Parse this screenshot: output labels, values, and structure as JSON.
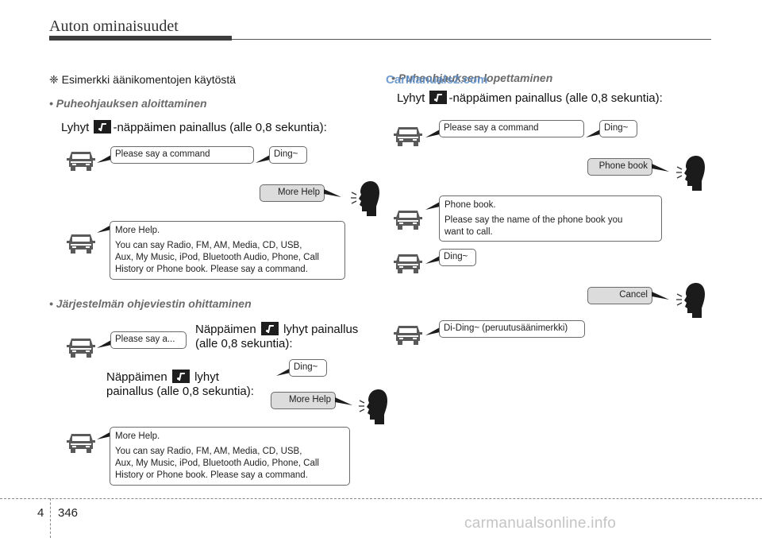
{
  "header": {
    "title": "Auton ominaisuudet"
  },
  "left": {
    "note": "❈ Esimerkki äänikomentojen käytöstä",
    "start_section": {
      "heading": "• Puheohjauksen aloittaminen",
      "instr_pre": "Lyhyt",
      "instr_post": "-näppäimen painallus (alle 0,8 sekuntia):",
      "bubble_prompt": "Please say a command",
      "bubble_ding": "Ding~",
      "user_more_help": "More Help",
      "help_title": "More Help.",
      "help_l1": "You can say Radio, FM, AM, Media, CD, USB,",
      "help_l2": "Aux, My Music, iPod, Bluetooth Audio, Phone, Call",
      "help_l3": "History or Phone book. Please say a command."
    },
    "skip_section": {
      "heading": "• Järjestelmän ohjeviestin ohittaminen",
      "bubble_prompt_short": "Please say a...",
      "instr_a_pre": "Näppäimen",
      "instr_a_post": "lyhyt painallus",
      "instr_a_line2": "(alle 0,8 sekuntia):",
      "instr_b_pre": "Näppäimen",
      "instr_b_post": "lyhyt",
      "instr_b_line2": "painallus (alle 0,8 sekuntia):",
      "bubble_ding": "Ding~",
      "user_more_help": "More Help",
      "help_title": "More Help.",
      "help_l1": "You can say Radio, FM, AM, Media, CD, USB,",
      "help_l2": "Aux, My Music, iPod, Bluetooth Audio, Phone, Call",
      "help_l3": "History or Phone book. Please say a command."
    }
  },
  "right": {
    "end_section": {
      "heading": "• Puheohjauksen lopettaminen",
      "instr_pre": "Lyhyt",
      "instr_post": "-näppäimen painallus (alle 0,8 sekuntia):",
      "bubble_prompt": "Please say a command",
      "bubble_ding": "Ding~",
      "user_phone_book": "Phone book",
      "pb_title": "Phone book.",
      "pb_l1": "Please say the name of the phone book you",
      "pb_l2": "want to call.",
      "bubble_ding2": "Ding~",
      "user_cancel": "Cancel",
      "end_tone": "Di-Ding~ (peruutusäänimerkki)"
    }
  },
  "watermark": {
    "top": "CarManuals2.com",
    "bottom": "carmanualsonline.info"
  },
  "footer": {
    "chapter": "4",
    "page": "346"
  },
  "colors": {
    "accent_heading": "#6a6a6a",
    "user_bubble": "#dcdcdc",
    "watermark_blue": "#5b8ec9"
  }
}
